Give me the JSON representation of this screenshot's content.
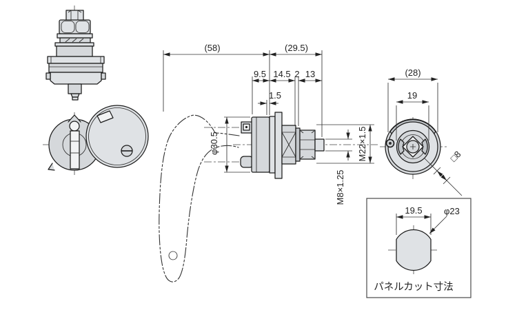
{
  "drawing": {
    "side_view": {
      "dim_total_front": "(58)",
      "dim_total_rear": "(29.5)",
      "dim_chain_1": "9.5",
      "dim_chain_2": "14.5",
      "dim_chain_3": "2",
      "dim_chain_4": "13",
      "dim_flange_thickness": "1.5",
      "dim_hub_diameter": "φ30.5",
      "dim_rear_thread": "M8×1.25",
      "dim_mount_thread": "M22×1.5"
    },
    "front_view": {
      "dim_outer_width": "(28)",
      "dim_boss_diameter": "19",
      "dim_square_hole": "□8"
    },
    "panel_cut": {
      "dim_width": "19.5",
      "dim_diameter": "φ23",
      "caption": "パネルカット寸法"
    },
    "colors": {
      "line": "#1b1b1b",
      "fill_light": "#dfe2e5",
      "fill_mid": "#d5d8db",
      "fill_dark": "#c3c7cb",
      "background": "#ffffff"
    }
  }
}
